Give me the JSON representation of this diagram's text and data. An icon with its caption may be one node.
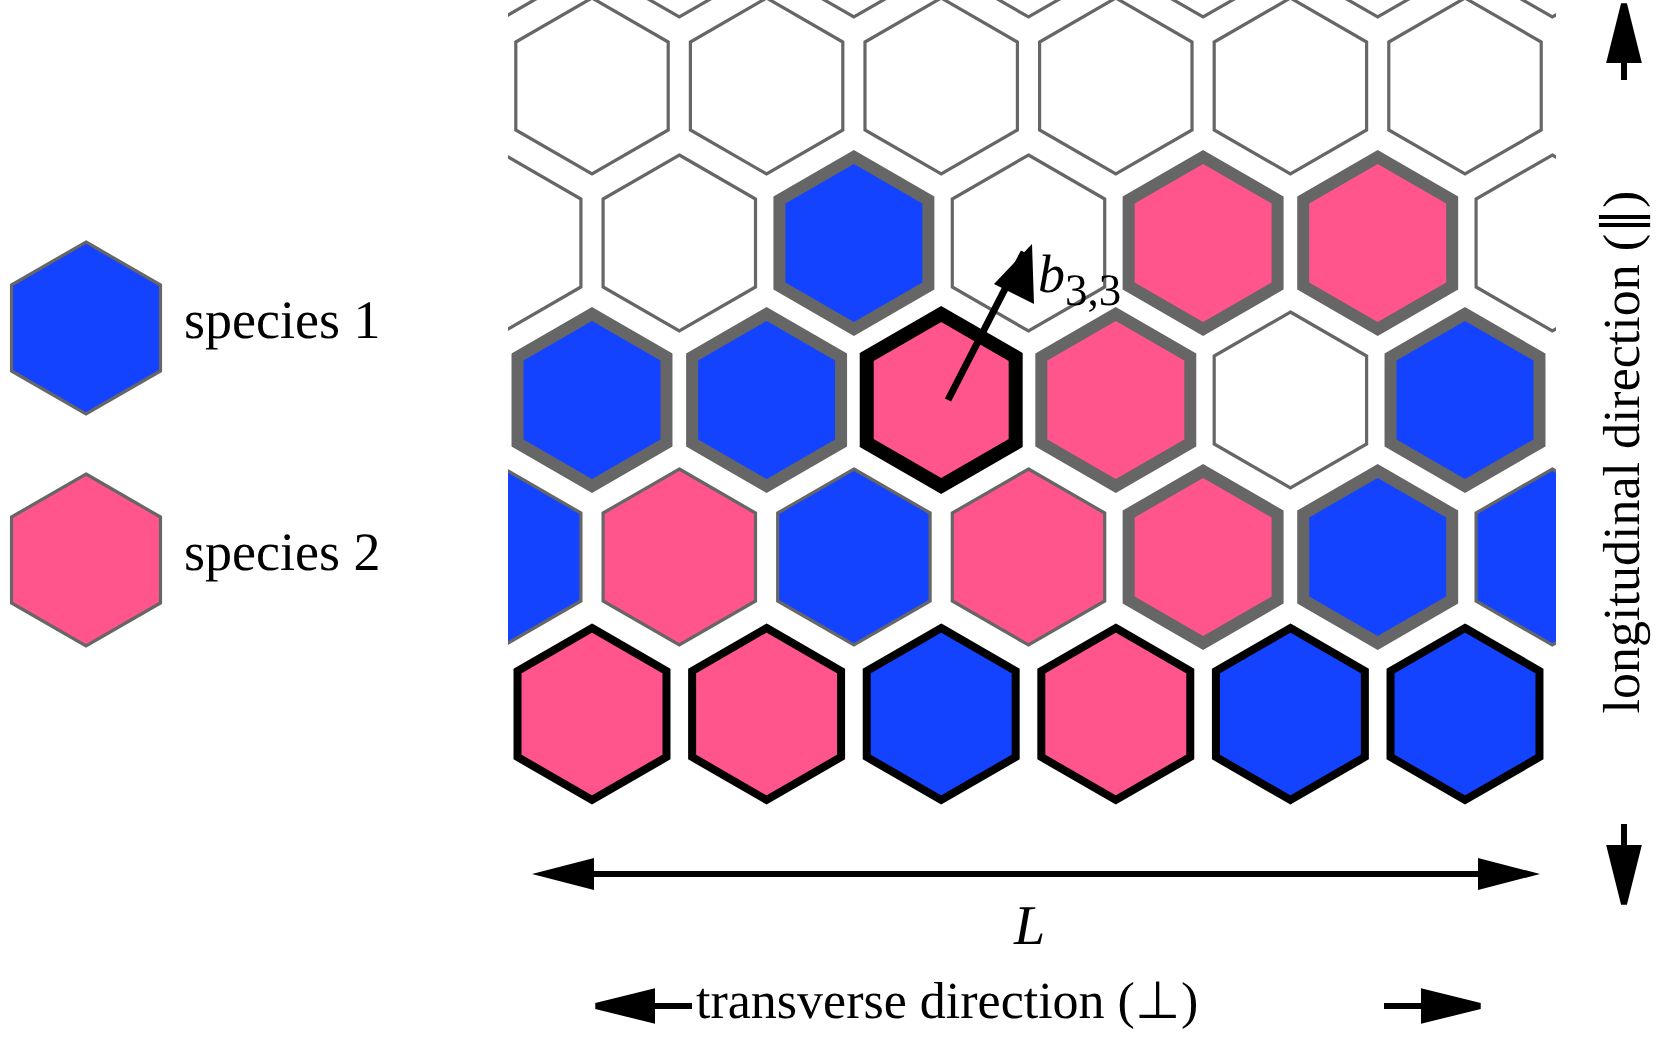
{
  "diagram": {
    "labels": [
      "*b*$_{3,3}$",
      "L",
      "transverse direction (⊥)",
      "longitudinal direction (∥)"
    ],
    "legend": [
      {
        "text": "species 1",
        "color": "#1443ff"
      },
      {
        "text": "species 2",
        "color": "#ff558c"
      }
    ]
  }
}
